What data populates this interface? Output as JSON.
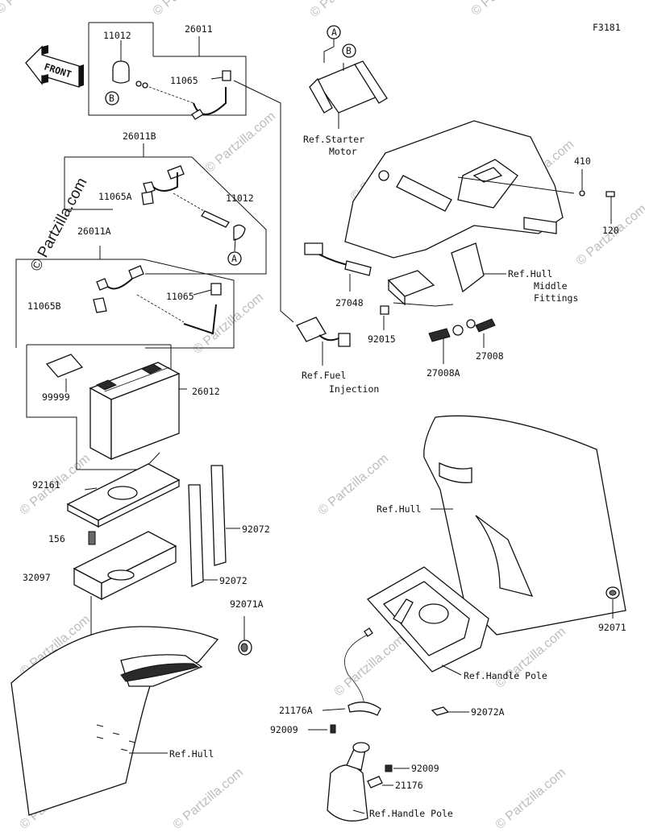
{
  "figure_code": "F3181",
  "direction_label": "FRONT",
  "watermark": "© Partzilla.com",
  "callouts": {
    "a": "A",
    "b": "B"
  },
  "parts": {
    "p26011": "26011",
    "p11012_top": "11012",
    "p11065_top": "11065",
    "p26011B": "26011B",
    "p11065A": "11065A",
    "p11012_mid": "11012",
    "p26011A": "26011A",
    "p11065B": "11065B",
    "p11065_mid": "11065",
    "p99999": "99999",
    "p26012": "26012",
    "p92161": "92161",
    "p156": "156",
    "p32097": "32097",
    "p92072_a": "92072",
    "p92072_b": "92072",
    "p92071A": "92071A",
    "p27048": "27048",
    "p92015": "92015",
    "p27008A": "27008A",
    "p27008": "27008",
    "p410": "410",
    "p120": "120",
    "p92071": "92071",
    "p21176A": "21176A",
    "p92009_a": "92009",
    "p92072A": "92072A",
    "p92009_b": "92009",
    "p21176": "21176"
  },
  "refs": {
    "starter_1": "Ref.Starter",
    "starter_2": "Motor",
    "hull_mid_1": "Ref.Hull",
    "hull_mid_2": "Middle",
    "hull_mid_3": "Fittings",
    "fuel_1": "Ref.Fuel",
    "fuel_2": "Injection",
    "hull_right": "Ref.Hull",
    "handle_pole_upper": "Ref.Handle Pole",
    "hull_bottom": "Ref.Hull",
    "handle_pole_lower": "Ref.Handle Pole"
  }
}
